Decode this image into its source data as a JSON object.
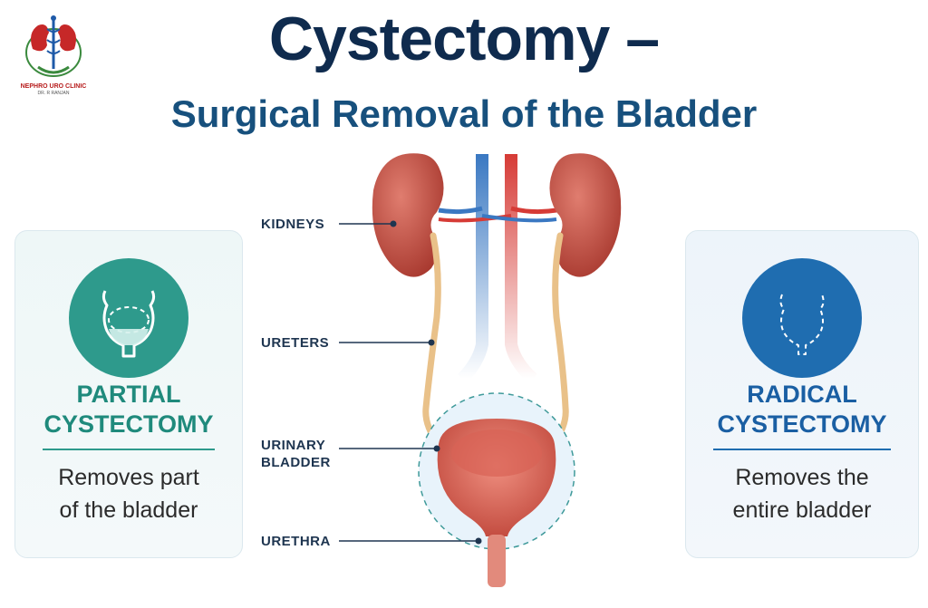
{
  "logo": {
    "name": "NEPHRO URO CLINIC",
    "subtitle": "DR. R RANJAN",
    "icon": "kidney-caduceus-logo"
  },
  "header": {
    "title": "Cystectomy –",
    "subtitle": "Surgical Removal of the Bladder"
  },
  "anatomy_labels": {
    "kidneys": "KIDNEYS",
    "ureters": "URETERS",
    "bladder_line1": "URINARY",
    "bladder_line2": "BLADDER",
    "urethra": "URETHRA"
  },
  "cards": {
    "partial": {
      "title_line1": "PARTIAL",
      "title_line2": "CYSTECTOMY",
      "desc_line1": "Removes part",
      "desc_line2": "of the bladder",
      "icon": "partial-bladder-icon",
      "color": "#2e9a8c"
    },
    "radical": {
      "title_line1": "RADICAL",
      "title_line2": "CYSTECTOMY",
      "desc_line1": "Removes the",
      "desc_line2": "entire bladder",
      "icon": "radical-bladder-icon",
      "color": "#1f6db0"
    }
  },
  "colors": {
    "title": "#0f2b4e",
    "subtitle": "#17507d",
    "organ": "#c24a3f",
    "ureter": "#e9c189",
    "artery": "#d63b36",
    "vein": "#3a78c2"
  }
}
